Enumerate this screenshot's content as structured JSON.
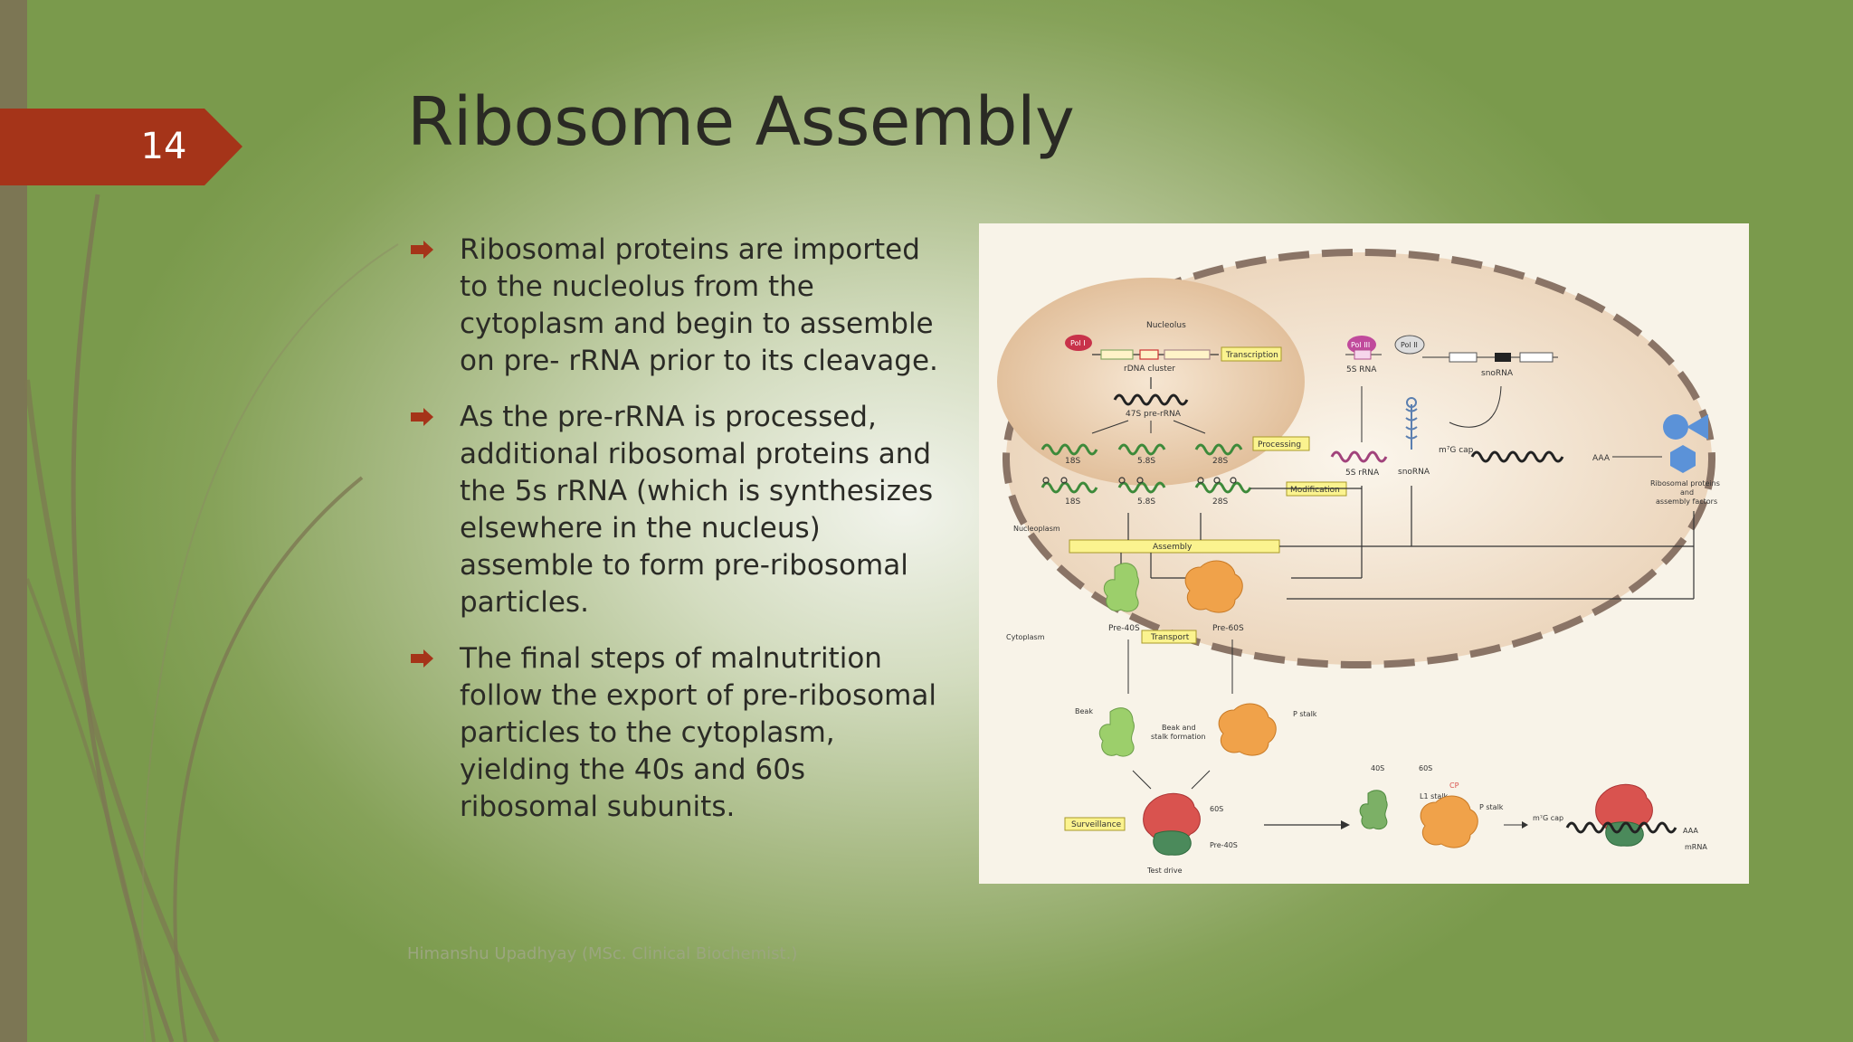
{
  "slide": {
    "number": "14",
    "title": "Ribosome Assembly",
    "bullets": [
      "Ribosomal proteins are imported to the nucleolus from the cytoplasm and begin to assemble on pre- rRNA prior to its cleavage.",
      "As the pre-rRNA is processed, additional ribosomal proteins and the 5s rRNA (which is synthesizes elsewhere in the nucleus) assemble to form pre-ribosomal particles.",
      "The final steps of malnutrition follow the export of pre-ribosomal particles to the cytoplasm, yielding the 40s and 60s ribosomal subunits."
    ],
    "footer": "Himanshu Upadhyay (MSc. Clinical Biochemist.)"
  },
  "colors": {
    "accent": "#a53419",
    "background_green": "#86a259",
    "title_text": "#2a2a24"
  },
  "figure": {
    "labels": {
      "nucleolus": "Nucleolus",
      "pol1": "Pol I",
      "pol3": "Pol III",
      "pol2": "Pol II",
      "rdna_cluster": "rDNA cluster",
      "transcription": "Transcription",
      "rna5s_gene": "5S RNA",
      "snorna_gene": "snoRNA",
      "pre47s": "47S pre-rRNA",
      "s18": "18S",
      "s58": "5.8S",
      "s28": "28S",
      "processing": "Processing",
      "rrna5s": "5S rRNA",
      "snorna": "snoRNA",
      "m7g_cap": "m⁷G cap",
      "aaa": "AAA",
      "modification": "Modification",
      "ribosomal_proteins": [
        "Ribosomal proteins",
        "and",
        "assembly factors"
      ],
      "nucleoplasm": "Nucleoplasm",
      "assembly": "Assembly",
      "pre40s": "Pre-40S",
      "pre60s": "Pre-60S",
      "transport": "Transport",
      "cytoplasm": "Cytoplasm",
      "beak": "Beak",
      "beak_stalk": [
        "Beak and",
        "stalk formation"
      ],
      "p_stalk": "P stalk",
      "surveillance": "Surveillance",
      "s60": "60S",
      "s40": "40S",
      "test_drive": "Test drive",
      "l1_stalk": "L1 stalk",
      "cp": "CP",
      "mrna": "mRNA"
    }
  }
}
